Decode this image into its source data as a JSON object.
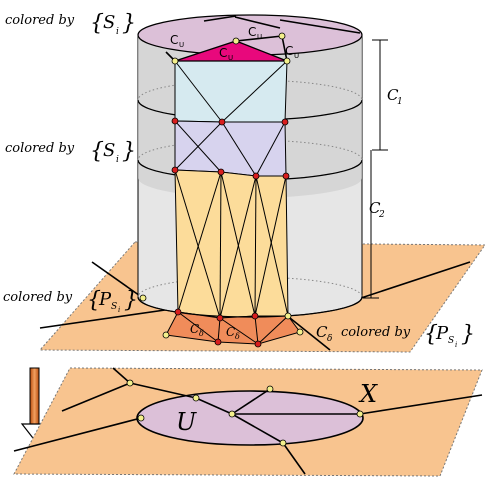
{
  "labels": {
    "colored_by": "colored by",
    "cu": "C",
    "cu_sub": "U",
    "c1": "C",
    "c1_sub": "1",
    "c2": "C",
    "c2_sub": "2",
    "cdelta": "C",
    "cdelta_sub": "δ",
    "s": "S",
    "s_sub": "i",
    "p": "P",
    "p_sub": "S",
    "p_subsub": "i",
    "brace_open": "{",
    "brace_close": "}",
    "u": "U",
    "x": "X"
  },
  "colors": {
    "plane": "#f8c48f",
    "top_ellipse": "#dcc0d8",
    "magenta": "#e8087c",
    "cyan_face": "#d6eaf0",
    "lavender_face": "#d7d3ee",
    "yellow_face": "#fcdc9a",
    "bottom_face": "#f08c5a",
    "node_red": "#d81e1e",
    "node_yellow": "#f4f08c",
    "arrow": "#e87822"
  }
}
